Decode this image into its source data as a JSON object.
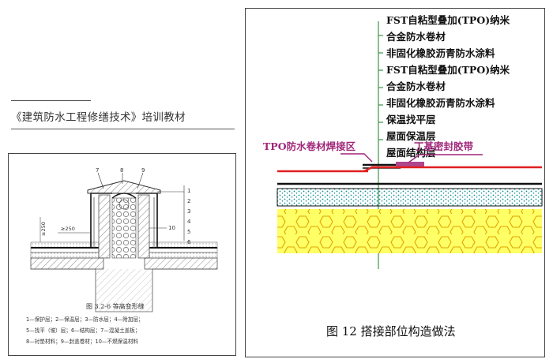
{
  "header": {
    "title": "《建筑防水工程修缮技术》培训教材"
  },
  "left_figure": {
    "top_numbers": [
      "7",
      "8",
      "9"
    ],
    "side_numbers": [
      "1",
      "2",
      "3",
      "4",
      "5",
      "6"
    ],
    "num_10": "10",
    "dim_250_a": "≥250",
    "dim_250_b": "≥250",
    "caption_title": "图 3.2-6  等高变形缝",
    "caption_line1": "1—保护层；2—保温层；3—防水层；4—附加层；",
    "caption_line2": "5—找平（坡）层；6—结构层；7—混凝土盖板；",
    "caption_line3": "8—衬垫材料；9—封盖卷材；10—不燃保温材料"
  },
  "right_figure": {
    "layers": [
      "FST自粘型叠加(TPO)纳米",
      "合金防水卷材",
      "非固化橡胶沥青防水涂料",
      "FST自粘型叠加(TPO)纳米",
      "合金防水卷材",
      "非固化橡胶沥青防水涂料",
      "保温找平层",
      "屋面保温层",
      "屋面结构层"
    ],
    "weld_label": "TPO防水卷材焊接区",
    "tape_label": "丁基密封胶带",
    "caption": "图 12    搭接部位构造做法",
    "colors": {
      "tpo_red": "#e02020",
      "label_purple": "#a0267a",
      "leader_green": "#2a8a3a",
      "dot_teal": "#0f8f94",
      "hex_yellow": "#ffff66",
      "hex_stroke": "#e0a400"
    }
  }
}
